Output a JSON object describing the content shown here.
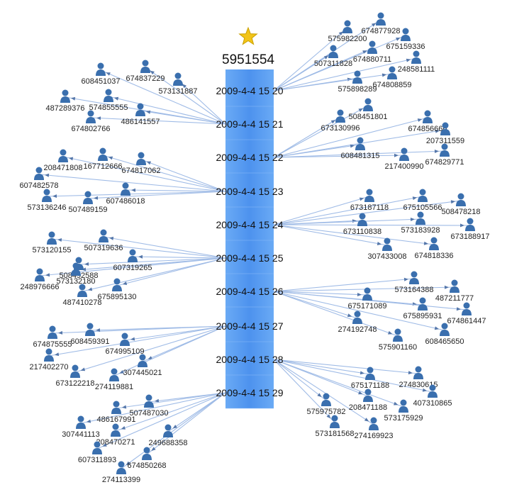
{
  "root": {
    "id": "5951554",
    "icon": "star-icon",
    "color": "#f2c418"
  },
  "timeline_color": "#5b9cf0",
  "edge_color": "#9fbbe6",
  "user_icon": "person-icon",
  "user_color": "#3a6fae",
  "time_slots": [
    {
      "label": "2009-4-4  15 20",
      "side": "right",
      "users": [
        "674877928",
        "575982200",
        "675159336",
        "507311828",
        "674880711",
        "248581111",
        "575898289",
        "674808859"
      ]
    },
    {
      "label": "2009-4-4  15 21",
      "side": "left",
      "users": [
        "608451037",
        "674837229",
        "573131887",
        "487289376",
        "574855555",
        "486141557",
        "674802766"
      ]
    },
    {
      "label": "2009-4-4  15 22",
      "side": "right",
      "users": [
        "508451801",
        "673130996",
        "674856666",
        "207311559",
        "608481315",
        "217400990",
        "674829771"
      ]
    },
    {
      "label": "2009-4-4  15 23",
      "side": "left",
      "users": [
        "208471808",
        "167712666",
        "674817062",
        "607482578",
        "573136246",
        "507489159",
        "607486018"
      ]
    },
    {
      "label": "2009-4-4  15 24",
      "side": "right",
      "users": [
        "673187118",
        "675105566",
        "508478218",
        "673110838",
        "573183928",
        "673188917",
        "307433008",
        "674818336"
      ]
    },
    {
      "label": "2009-4-4  15 25",
      "side": "left",
      "users": [
        "573120155",
        "507319636",
        "607319265",
        "508492588",
        "248976666",
        "573132180",
        "675895130",
        "487410278"
      ]
    },
    {
      "label": "2009-4-4  15 26",
      "side": "right",
      "users": [
        "573164388",
        "487211777",
        "675171089",
        "675895931",
        "674861447",
        "274192748",
        "575901160",
        "608465650"
      ]
    },
    {
      "label": "2009-4-4  15 27",
      "side": "left",
      "users": [
        "674875555",
        "608459391",
        "674995109",
        "217402270",
        "307445021",
        "673122218",
        "274119881"
      ]
    },
    {
      "label": "2009-4-4  15 28",
      "side": "right",
      "users": [
        "675171188",
        "274830615",
        "407310865",
        "575975782",
        "208471188",
        "573175929",
        "573181568",
        "274169923"
      ]
    },
    {
      "label": "2009-4-4  15 29",
      "side": "left",
      "users": [
        "507487030",
        "486167991",
        "307441113",
        "208470271",
        "249688358",
        "607311893",
        "674850268",
        "274113399"
      ]
    }
  ]
}
